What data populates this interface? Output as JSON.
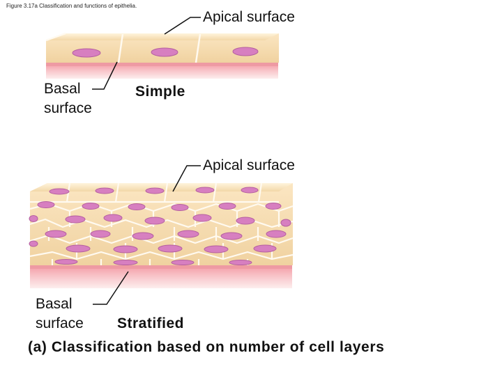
{
  "figure_caption": "Figure 3.17a Classification and functions of epithelia.",
  "simple": {
    "apical_label": "Apical surface",
    "basal_label_line1": "Basal",
    "basal_label_line2": "surface",
    "type_label": "Simple"
  },
  "stratified": {
    "apical_label": "Apical surface",
    "basal_label_line1": "Basal",
    "basal_label_line2": "surface",
    "type_label": "Stratified"
  },
  "panel_caption": "(a) Classification based on number of cell layers",
  "colors": {
    "cytoplasm": "#f6dcb0",
    "cell_border": "#fffaf0",
    "nucleus": "#d77fc0",
    "basement_membrane": "#f2a6ad",
    "connective_tissue": "#f9d9d9"
  }
}
